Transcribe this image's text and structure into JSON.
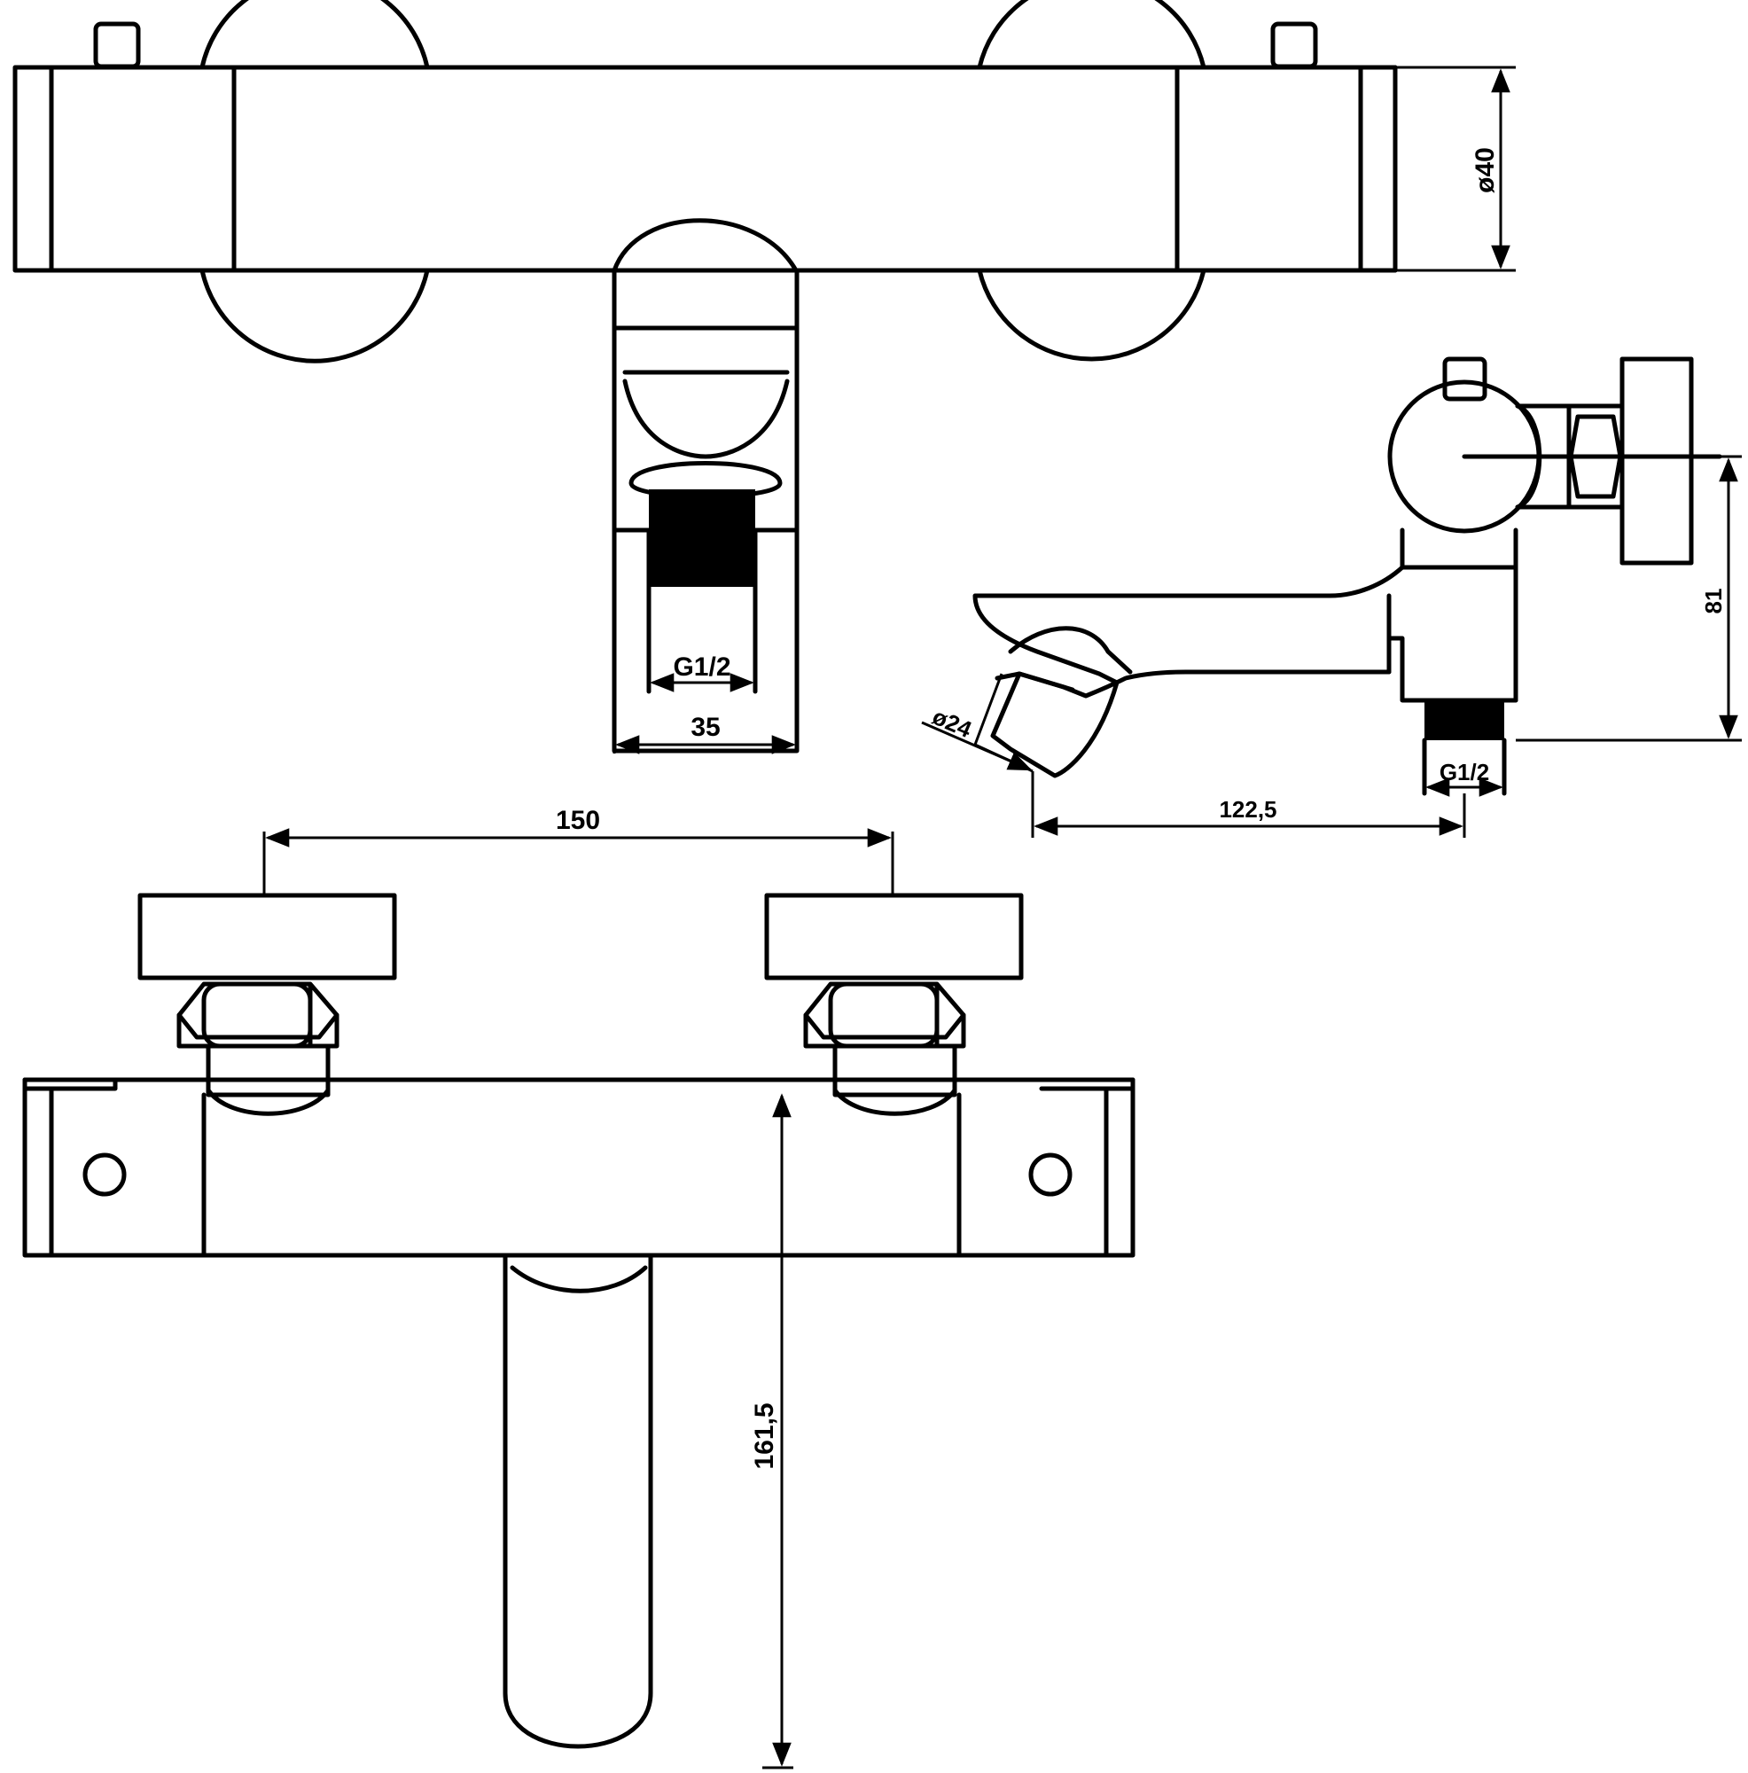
{
  "dimensions": {
    "body_diameter": "ø40",
    "outlet_width": "35",
    "outlet_thread_front": "G1/2",
    "centre_distance": "150",
    "total_height": "161,5",
    "side_height": "81",
    "spout_diameter": "ø24",
    "side_thread": "G1/2",
    "spout_projection": "122,5"
  }
}
